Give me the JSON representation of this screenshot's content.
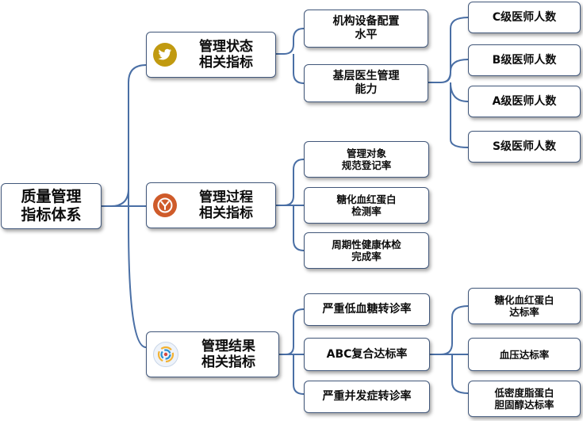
{
  "root": {
    "label": "质量管理\n指标体系"
  },
  "categories": [
    {
      "label": "管理状态\n相关指标",
      "icon": "twitter-bird-icon",
      "icon_color": "#c19a10",
      "children": [
        {
          "label": "机构设备配置\n水平",
          "children": []
        },
        {
          "label": "基层医生管理\n能力",
          "children": [
            {
              "label": "C级医师人数"
            },
            {
              "label": "B级医师人数"
            },
            {
              "label": "A级医师人数"
            },
            {
              "label": "S级医师人数"
            }
          ]
        }
      ]
    },
    {
      "label": "管理过程\n相关指标",
      "icon": "letter-y-icon",
      "icon_color": "#cf5b2a",
      "children": [
        {
          "label": "管理对象\n规范登记率",
          "children": []
        },
        {
          "label": "糖化血红蛋白\n检测率",
          "children": []
        },
        {
          "label": "周期性健康体检\n完成率",
          "children": []
        }
      ]
    },
    {
      "label": "管理结果\n相关指标",
      "icon": "spiral-logo-icon",
      "icon_color": "#2a8fd1",
      "children": [
        {
          "label": "严重低血糖转诊率",
          "children": []
        },
        {
          "label": "ABC复合达标率",
          "children": [
            {
              "label": "糖化血红蛋白\n达标率"
            },
            {
              "label": "血压达标率"
            },
            {
              "label": "低密度脂蛋白\n胆固醇达标率"
            }
          ]
        },
        {
          "label": "严重并发症转诊率",
          "children": []
        }
      ]
    }
  ],
  "colors": {
    "connector": "#4a6fa5",
    "border": "#41577a",
    "text": "#0c0c0c"
  }
}
